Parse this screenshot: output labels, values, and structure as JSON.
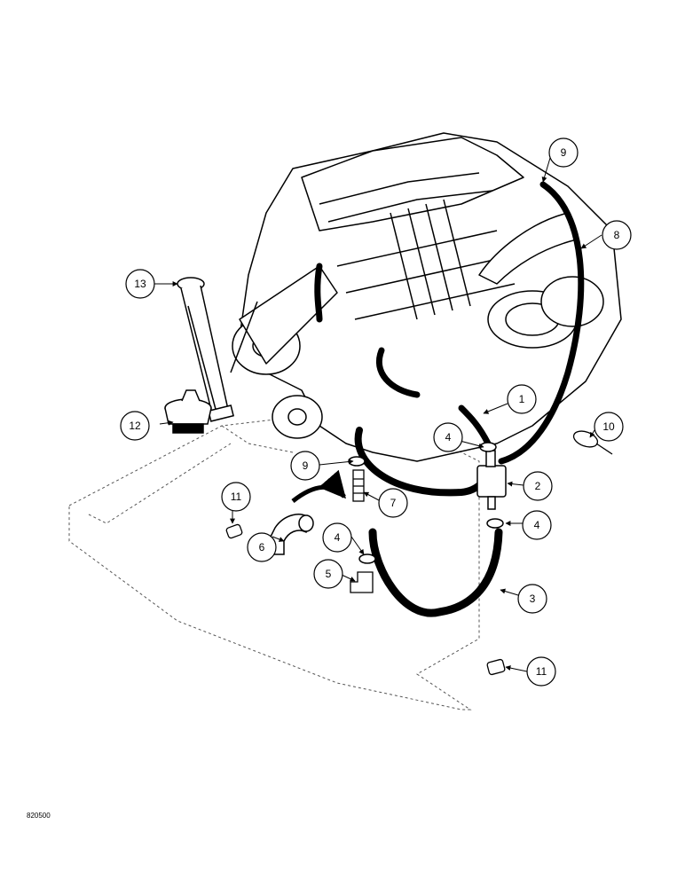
{
  "callouts": {
    "c1": "1",
    "c2": "2",
    "c3": "3",
    "c4a": "4",
    "c4b": "4",
    "c4c": "4",
    "c5": "5",
    "c6": "6",
    "c7": "7",
    "c8": "8",
    "c9a": "9",
    "c9b": "9",
    "c10": "10",
    "c11a": "11",
    "c11b": "11",
    "c12": "12",
    "c13": "13"
  },
  "figure_id": "820500"
}
